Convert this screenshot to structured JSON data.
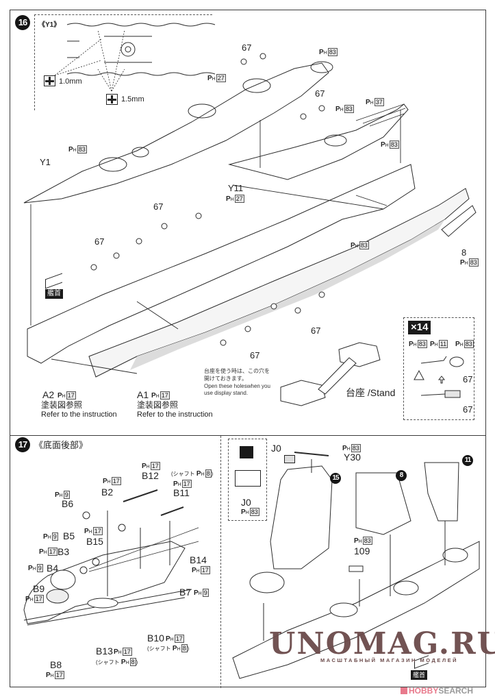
{
  "step16": {
    "number": "16",
    "inset": {
      "title": "《Y1》",
      "drill_small": "1.0mm",
      "drill_large": "1.5mm"
    },
    "parts": {
      "y1": "Y1",
      "y11": "Y11",
      "a1": "A1",
      "a2": "A2",
      "p8": "8",
      "p67": "67"
    },
    "paint_codes": {
      "p": "P",
      "h": "H",
      "c83": "83",
      "c27": "27",
      "c37": "37",
      "c17": "17",
      "c11": "11"
    },
    "bow_marker": "艦首",
    "paint_ref_jp": "塗装図参照",
    "paint_ref_en": "Refer to the instruction",
    "stand_note_jp_1": "台座を使う時は、この穴を",
    "stand_note_jp_2": "開けておきます。",
    "stand_note_en_1": "Open these holeswhen you",
    "stand_note_en_2": "use display stand.",
    "stand_label": "台座 /Stand",
    "sub_box": {
      "multiplier": "×14",
      "warning_icon": "warning-triangle-icon"
    }
  },
  "step17": {
    "number": "17",
    "title": "《底面後部》",
    "shaft_note_prefix": "(シャフト",
    "shaft_note_suffix": ")",
    "shaft_code": "8",
    "parts": {
      "b2": "B2",
      "b3": "B3",
      "b4": "B4",
      "b5": "B5",
      "b6": "B6",
      "b7": "B7",
      "b8": "B8",
      "b9": "B9",
      "b10": "B10",
      "b11": "B11",
      "b12": "B12",
      "b13": "B13",
      "b14": "B14",
      "b15": "B15",
      "j0": "J0",
      "y30": "Y30",
      "p109": "109"
    },
    "codes": {
      "c9": "9",
      "c17": "17",
      "c83": "83"
    },
    "subassembly_refs": [
      "15",
      "8",
      "11"
    ],
    "bow_marker": "艦首"
  },
  "watermark": {
    "main": "UNOMAG.RU",
    "sub": "МАСШТАБНЫЙ МАГАЗИН МОДЕЛЕЙ"
  },
  "credit": {
    "hobby": "HOBBY",
    "search": "SEARCH",
    "logo_icon": "hobbysearch-logo-icon"
  },
  "colors": {
    "line": "#2a2a2a",
    "shade": "#d9d9d9",
    "watermark": "#6b4a4a",
    "credit_pink": "#e87a8c"
  }
}
